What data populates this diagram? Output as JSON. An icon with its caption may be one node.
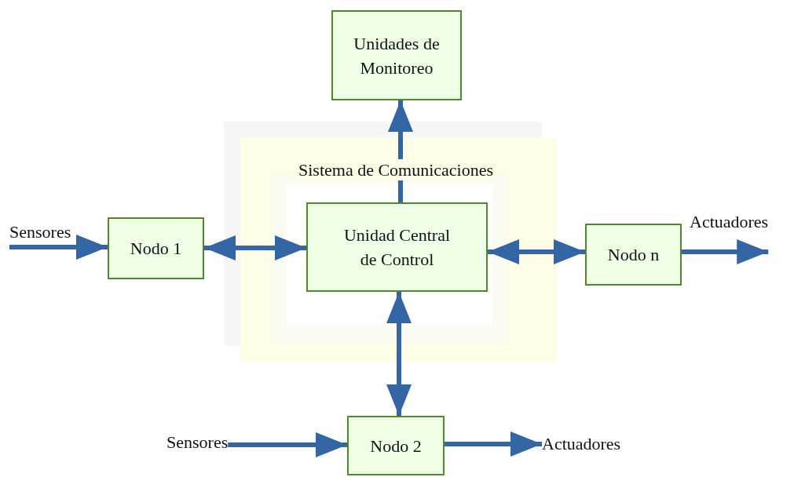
{
  "diagram": {
    "nodes": [
      {
        "text": [
          "Unidades de Monitoreo"
        ]
      },
      {
        "text": [
          "Sistema de Comunicaciones"
        ]
      },
      {
        "text": [
          "Sensores"
        ]
      },
      {
        "text": [
          "Nodo 1"
        ]
      },
      {
        "text": [
          "Unidad Central de Control"
        ],
        "in": 1
      },
      {
        "text": [
          "Nodo n"
        ]
      },
      {
        "text": [
          "Actuadores"
        ]
      },
      {
        "text": [
          "Sensores"
        ]
      },
      {
        "text": [
          "Nodo 2"
        ]
      },
      {
        "text": [
          "Actuadores"
        ]
      }
    ],
    "edges": [
      {
        "from": 2,
        "to": 3,
        "arrow": "to"
      },
      {
        "from": 3,
        "to": 4,
        "arrow": "both"
      },
      {
        "from": 4,
        "to": 0,
        "arrow": "to"
      },
      {
        "from": 4,
        "to": 5,
        "arrow": "both"
      },
      {
        "from": 5,
        "to": 6,
        "arrow": "to"
      },
      {
        "from": 4,
        "to": 8,
        "arrow": "both"
      },
      {
        "from": 7,
        "to": 8,
        "arrow": "to"
      },
      {
        "from": 8,
        "to": 9,
        "arrow": "to"
      }
    ]
  }
}
